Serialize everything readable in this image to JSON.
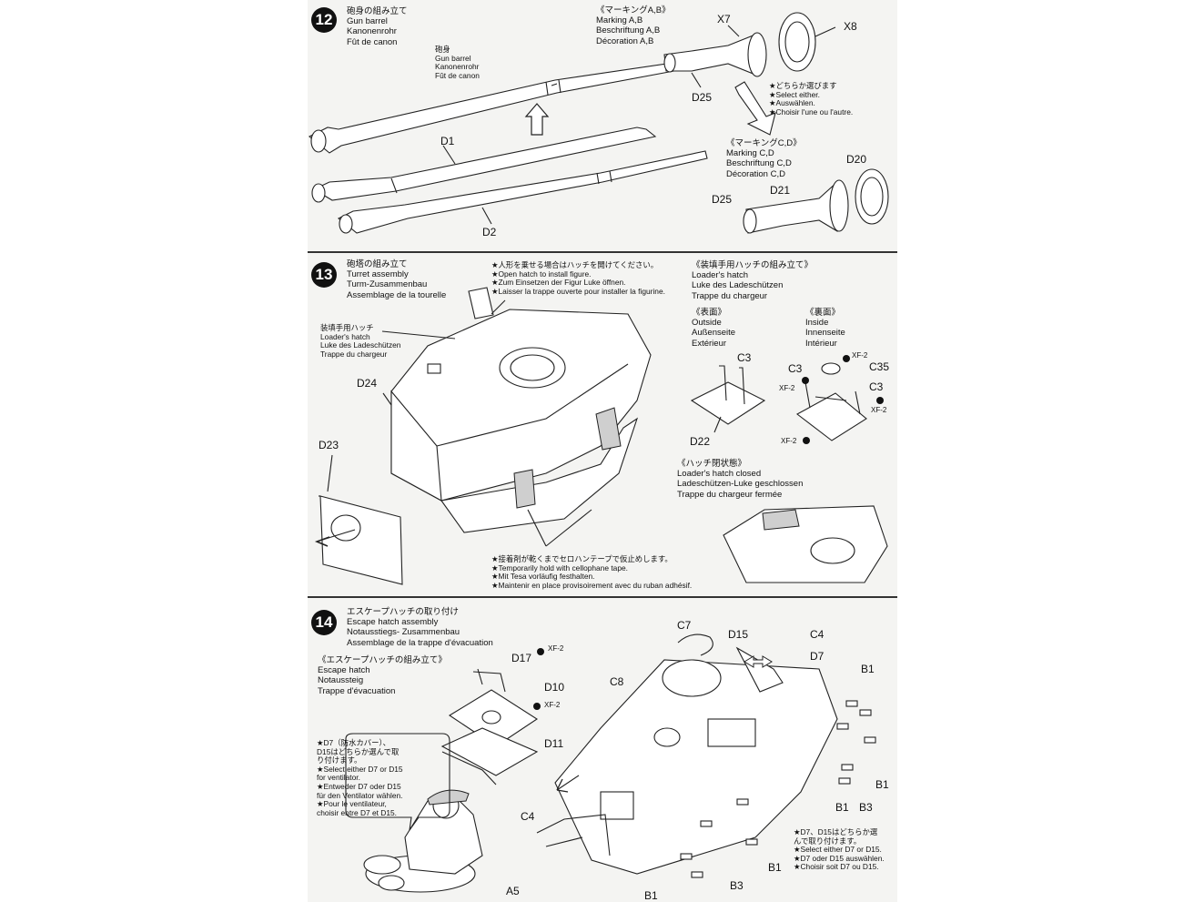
{
  "step12": {
    "number": "12",
    "title": [
      "砲身の組み立て",
      "Gun barrel",
      "Kanonenrohr",
      "Fût de canon"
    ],
    "barrel_note": [
      "砲身",
      "Gun barrel",
      "Kanonenrohr",
      "Fût de canon"
    ],
    "marking_ab": [
      "《マーキングA,B》",
      "Marking A,B",
      "Beschriftung A,B",
      "Décoration A,B"
    ],
    "marking_cd": [
      "《マーキングC,D》",
      "Marking C,D",
      "Beschriftung C,D",
      "Décoration C,D"
    ],
    "select_note": [
      "★どちらか選びます",
      "★Select either.",
      "★Auswählen.",
      "★Choisir l'une ou l'autre."
    ],
    "parts": {
      "d1": "D1",
      "d2": "D2",
      "x7": "X7",
      "x8": "X8",
      "d25a": "D25",
      "d25b": "D25",
      "d21": "D21",
      "d20": "D20"
    }
  },
  "step13": {
    "number": "13",
    "title": [
      "砲塔の組み立て",
      "Turret assembly",
      "Turm-Zusammenbau",
      "Assemblage de la tourelle"
    ],
    "figure_note": [
      "★人形を乗せる場合はハッチを開けてください。",
      "★Open hatch to install figure.",
      "★Zum Einsetzen der Figur Luke öffnen.",
      "★Laisser la trappe ouverte pour installer la figurine."
    ],
    "loader_label": [
      "装填手用ハッチ",
      "Loader's hatch",
      "Luke des Ladeschützen",
      "Trappe du chargeur"
    ],
    "loader_title": [
      "《装填手用ハッチの組み立て》",
      "Loader's hatch",
      "Luke des Ladeschützen",
      "Trappe du chargeur"
    ],
    "outside": [
      "《表面》",
      "Outside",
      "Außenseite",
      "Extérieur"
    ],
    "inside": [
      "《裏面》",
      "Inside",
      "Innenseite",
      "Intérieur"
    ],
    "closed": [
      "《ハッチ閉状態》",
      "Loader's hatch closed",
      "Ladeschützen-Luke geschlossen",
      "Trappe du chargeur fermée"
    ],
    "tape_note": [
      "★接着剤が乾くまでセロハンテープで仮止めします。",
      "★Temporarily hold with cellophane tape.",
      "★Mit Tesa vorläufig festhalten.",
      "★Maintenir en place provisoirement avec du ruban adhésif."
    ],
    "parts": {
      "d24": "D24",
      "d23": "D23",
      "c3a": "C3",
      "c3b": "C3",
      "c3c": "C3",
      "c35": "C35",
      "d22": "D22"
    },
    "paints": {
      "xf2a": "XF-2",
      "xf2b": "XF-2",
      "xf2c": "XF-2",
      "xf2d": "XF-2"
    }
  },
  "step14": {
    "number": "14",
    "title": [
      "エスケープハッチの取り付け",
      "Escape hatch assembly",
      "Notausstiegs- Zusammenbau",
      "Assemblage de la trappe d'évacuation"
    ],
    "escape_title": [
      "《エスケープハッチの組み立て》",
      "Escape hatch",
      "Notaussteig",
      "Trappe d'évacuation"
    ],
    "bubble_note": [
      "★D7（防水カバー）、",
      "D15はどちらか選んで取",
      "り付けます。",
      "★Select either D7 or D15",
      "for ventilator.",
      "★Entweder D7 oder D15",
      "für den Ventilator wählen.",
      "★Pour le ventilateur,",
      "choisir entre D7 et D15."
    ],
    "select_note": [
      "★D7、D15はどちらか選",
      "んで取り付けます。",
      "★Select either D7 or D15.",
      "★D7 oder D15 auswählen.",
      "★Choisir soit D7 ou D15."
    ],
    "parts": {
      "c7": "C7",
      "d15": "D15",
      "c4a": "C4",
      "d7": "D7",
      "c8": "C8",
      "d17": "D17",
      "d10": "D10",
      "d11": "D11",
      "c4b": "C4",
      "a5": "A5",
      "b1a": "B1",
      "b1b": "B1",
      "b1c": "B1",
      "b1d": "B1",
      "b1e": "B1",
      "b3a": "B3",
      "b3b": "B3"
    },
    "paints": {
      "xf2a": "XF-2",
      "xf2b": "XF-2"
    }
  }
}
